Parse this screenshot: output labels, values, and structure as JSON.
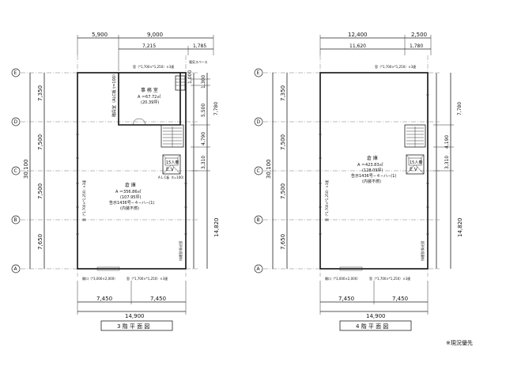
{
  "note": "※現況優先",
  "grid_marks": {
    "A": "A",
    "B": "B",
    "C": "C",
    "D": "D",
    "E": "E"
  },
  "plans": [
    {
      "caption_num": "3",
      "caption": "3 階  平 面 図",
      "top_dims": {
        "left": "5,900",
        "right": "9,000",
        "sub1": "7,215",
        "sub2": "1,785"
      },
      "left_dims": [
        "7,350",
        "7,500",
        "7,500",
        "7,650"
      ],
      "left_total": "30,100",
      "right_dims": [
        "1,000",
        "1,300",
        "7,780",
        "5,500",
        "4,790",
        "3,310"
      ],
      "right_total": "14,820",
      "bottom_dims": [
        "7,450",
        "7,450"
      ],
      "bottom_total": "14,900",
      "office": {
        "title": "事 務 室",
        "area": "A ＝67.72㎡",
        "sub": "(20.39坪)"
      },
      "warehouse": {
        "title": "倉 庫",
        "area": "A ＝356.86㎡",
        "sub": "(107.95坪)",
        "notice": "告示1436号−４−ハ−(1)",
        "notice2": "(内装不燃)"
      },
      "elevator": {
        "cap": "15人乗",
        "label": "E V"
      },
      "labels": {
        "stair_left": "階段室（ALC板 t=100）",
        "pipe_space": "電気スペース",
        "window_top": "窓（*1,700×*1,250）×3連",
        "window_side": "窓（*1,700×*1,250）×3連",
        "window_bottom": "窓（*1,700×*1,250）×3連",
        "door": "開口（*3,000×2,000）",
        "alc": "A L C板（t=100）",
        "side_note": "排煙窓/採光窓"
      }
    },
    {
      "caption_num": "4",
      "caption": "4 階  平 面 図",
      "top_dims": {
        "left": "12,400",
        "right": "2,500",
        "sub1": "11,620",
        "sub2": "1,780"
      },
      "left_dims": [
        "7,350",
        "7,500",
        "7,500",
        "7,650"
      ],
      "left_total": "30,100",
      "right_dims": [
        "7,780",
        "4,190",
        "3,310"
      ],
      "right_total": "14,820",
      "bottom_dims": [
        "7,450",
        "7,450"
      ],
      "bottom_total": "14,900",
      "warehouse": {
        "title": "倉 庫",
        "area": "A ＝423.83㎡",
        "sub": "(128.09坪)",
        "notice": "告示1436号−４−ハ−(1)",
        "notice2": "(内装不燃)"
      },
      "elevator": {
        "cap": "15人乗",
        "label": "E V"
      },
      "labels": {
        "window_top": "窓（*1,700×*1,250）×3連",
        "window_side": "窓（*1,700×*1,250）×3連",
        "window_bottom": "窓（*1,700×*1,250）×3連",
        "door": "開口（*3,000×2,000）",
        "side_note": "排煙窓/採光窓"
      }
    }
  ]
}
